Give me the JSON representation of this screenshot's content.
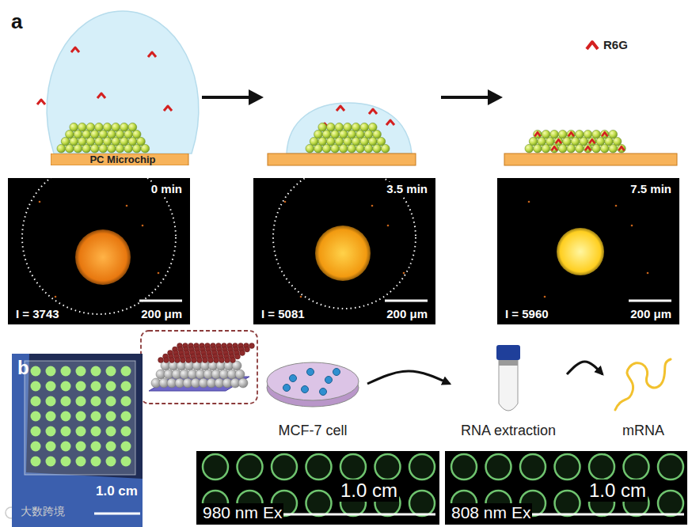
{
  "diagram": {
    "nodes": [
      {
        "text": [
          "PC Microchip"
        ]
      },
      {
        "text": [
          "0 min",
          "I = 3743",
          "200 μm"
        ]
      },
      {
        "text": [
          "3.5 min",
          "I = 5081",
          "200 μm"
        ]
      },
      {
        "text": [
          "7.5 min",
          "I = 5960",
          "200 μm"
        ]
      },
      {
        "text": [
          "b",
          "1.0 cm"
        ]
      },
      {
        "text": [
          "MCF-7 cell"
        ]
      },
      {
        "text": [
          "RNA extraction"
        ]
      },
      {
        "text": [
          "mRNA"
        ]
      },
      {
        "text": [
          "980 nm Ex",
          "1.0 cm"
        ]
      },
      {
        "text": [
          "808 nm Ex",
          "1.0 cm"
        ]
      }
    ],
    "edges": [
      {
        "from": 5,
        "to": 6,
        "arrow": "to"
      },
      {
        "from": 6,
        "to": 7,
        "arrow": "to"
      }
    ],
    "labels": [
      "a",
      "大数跨境"
    ],
    "legend": [
      {
        "text": "R6G"
      }
    ]
  }
}
